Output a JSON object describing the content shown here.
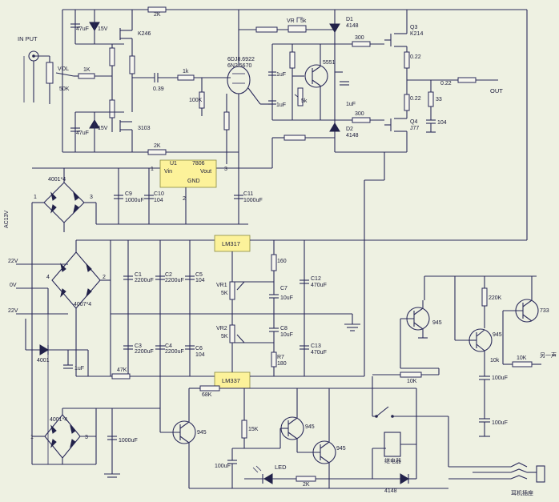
{
  "input": {
    "label": "IN PUT",
    "vol_label": "VOL",
    "vol_value": "50K",
    "r_in": "1K"
  },
  "preamp": {
    "q_top": "K246",
    "q_bottom": "3103",
    "cap_top": "47uF",
    "cap_bottom": "47uF",
    "zener_top": "15V",
    "zener_bottom": "15V",
    "r_top": "2K",
    "r_bottom": "2K",
    "c_coupling": "0.39",
    "r_series": "1k",
    "r_grid": "100K"
  },
  "tube": {
    "type1": "6DJ8.6922",
    "type2": "6N3.5670"
  },
  "driver": {
    "vr": "VR",
    "vr_value": "5k",
    "q_mid": "5551",
    "c_a": "1uF",
    "c_b": "1uF",
    "c_right": "1uF",
    "r_left": "300",
    "r_left2": "300",
    "d1": "D1",
    "d1_type": "4148",
    "d2": "D2",
    "d2_type": "4148"
  },
  "output": {
    "q3": "Q3",
    "q3_type": "K214",
    "q4": "Q4",
    "q4_type": "J77",
    "r_q3": "0.22",
    "r_q4": "0.22",
    "r_out": "0.22",
    "r_zobel": "33",
    "c_zobel": "104",
    "out_label": "OUT"
  },
  "reg_tube": {
    "u1": "U1",
    "u1_type": "7806",
    "vin": "Vin",
    "vout": "Vout",
    "gnd": "GND",
    "pin1": "1",
    "pin2": "2",
    "pin3": "3",
    "bridge_label": "4001*4",
    "c9": "C9",
    "c9_value": "1000uF",
    "c10": "C10",
    "c10_value": "104",
    "c11": "C11",
    "c11_value": "1000uF",
    "ac_label": "AC13V",
    "node1": "1",
    "node3": "3"
  },
  "psu_main": {
    "v22a": "22V",
    "v0": "0V",
    "v22b": "22V",
    "bridge_label": "4007*4",
    "node2": "2",
    "node4": "4",
    "c1": "C1",
    "c1_value": "2200uF",
    "c2": "C2",
    "c2_value": "2200uF",
    "c5": "C5",
    "c5_value": "104",
    "c3": "C3",
    "c3_value": "2200uF",
    "c4": "C4",
    "c4_value": "2200uF",
    "c6": "C6",
    "c6_value": "104",
    "lm317": "LM317",
    "lm337": "LM337",
    "vr1": "VR1",
    "vr1_value": "5K",
    "vr2": "VR2",
    "vr2_value": "5K",
    "r160": "160",
    "r180": "180",
    "r7": "R7",
    "c7": "C7",
    "c7_value": "10uF",
    "c8": "C8",
    "c8_value": "10uF",
    "c12": "C12",
    "c12_value": "470uF",
    "c13": "C13",
    "c13_value": "470uF"
  },
  "protect": {
    "d_4001": "4001",
    "c_1uf": "1uF",
    "r_47k": "47K",
    "bridge_label": "4001*4",
    "node1": "1",
    "node3": "3",
    "c_1000uf": "1000uF",
    "q_945a": "945",
    "r_68k": "68K",
    "r_15k": "15K",
    "q_945b": "945",
    "q_945c": "945",
    "c_100uf": "100uF",
    "led": "LED",
    "r_2k": "2K",
    "d_4148": "4148",
    "relay_label": "继电器",
    "jack_label": "耳机插座"
  },
  "delay": {
    "r_220k": "220K",
    "q_945a": "945",
    "q_945b": "945",
    "q_733": "733",
    "r_10k_a": "10K",
    "r_10k_b": "10k",
    "r_10k_c": "10K",
    "c_100uf_a": "100uF",
    "c_100uf_b": "100uF",
    "note": "另一声"
  }
}
